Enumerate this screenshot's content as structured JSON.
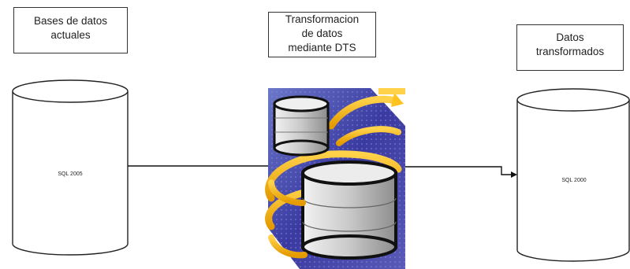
{
  "boxes": {
    "left": {
      "line1": "Bases de datos",
      "line2": "actuales"
    },
    "middle": {
      "line1": "Transformacion",
      "line2": "de datos",
      "line3": "mediante DTS"
    },
    "right": {
      "line1": "Datos",
      "line2": "transformados"
    }
  },
  "databases": {
    "source": {
      "label": "SQL 2005"
    },
    "target": {
      "label": "SQL 2000"
    }
  },
  "image": {
    "icon": "dts-transformation-icon",
    "colors": {
      "arrows": "#f2b416",
      "background": "#3a3aa0",
      "disk": "#c9c9c9"
    }
  }
}
